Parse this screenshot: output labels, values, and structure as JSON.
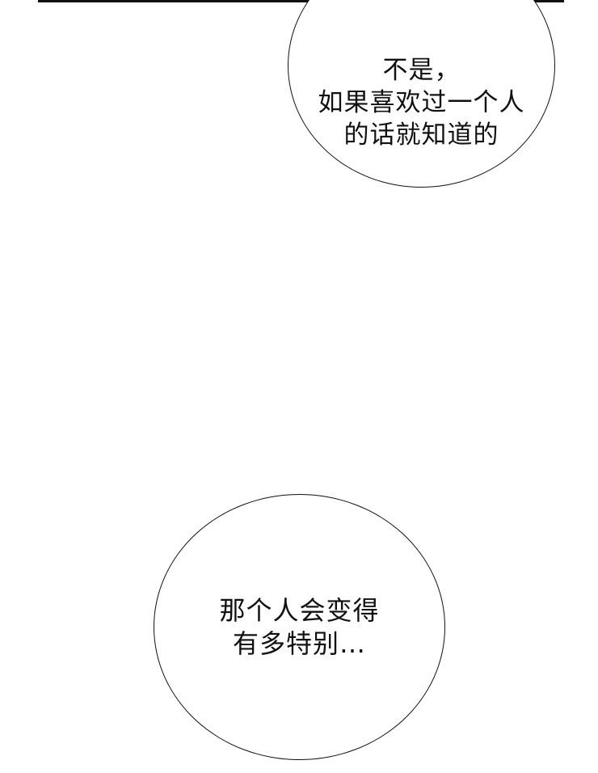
{
  "panel": {
    "border_color": "#111111",
    "background": "#ffffff"
  },
  "bubbles": [
    {
      "lines": [
        "不是，",
        "如果喜欢过一个人",
        "的话就知道的"
      ]
    },
    {
      "lines": [
        "那个人会变得",
        "有多特别…"
      ]
    }
  ]
}
